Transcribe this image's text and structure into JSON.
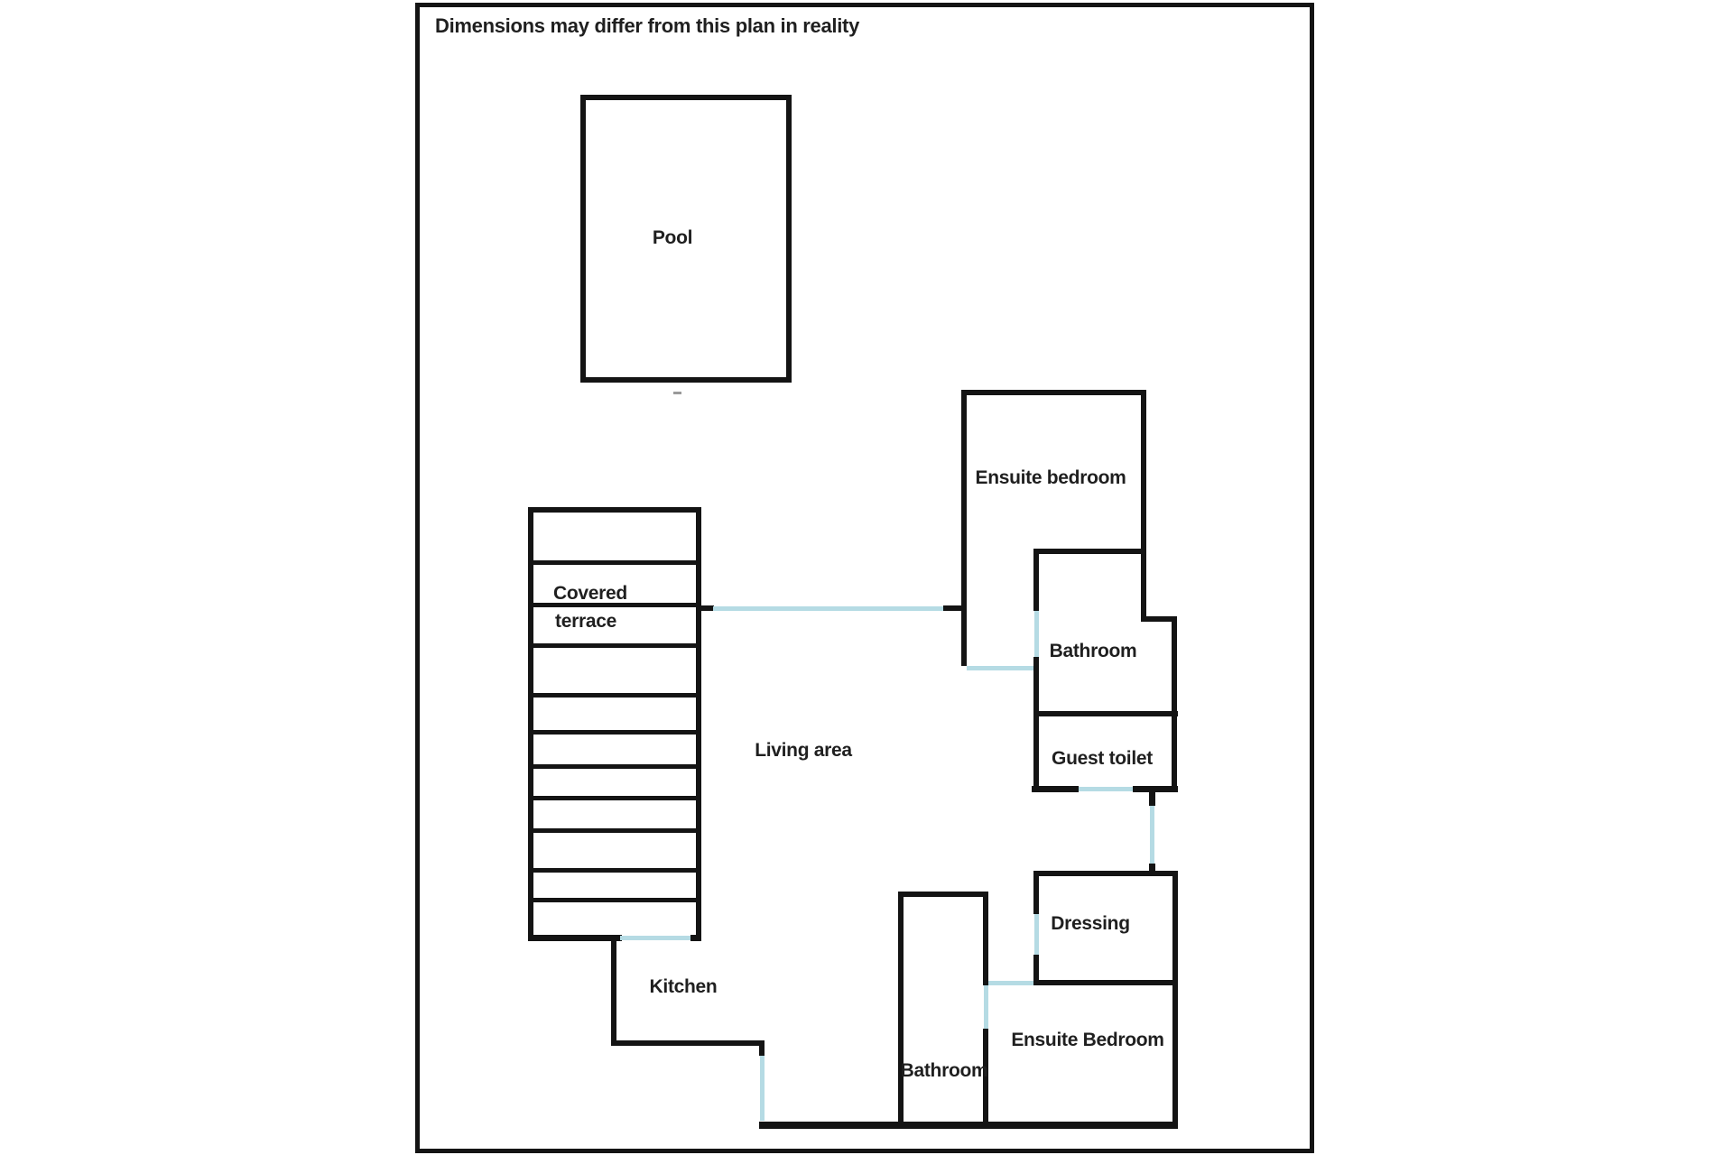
{
  "disclaimer": "Dimensions may differ from this plan in reality",
  "colors": {
    "wall": "#141414",
    "door_opening": "#b5dbe4",
    "text": "#1f1f1f",
    "background": "#ffffff"
  },
  "labels": {
    "pool": "Pool",
    "covered_terrace": {
      "line1": "Covered",
      "line2": "terrace"
    },
    "living_area": "Living area",
    "ensuite_bedroom_top": "Ensuite bedroom",
    "bathroom_top": "Bathroom",
    "guest_toilet": "Guest toilet",
    "dressing": "Dressing",
    "kitchen": "Kitchen",
    "bathroom_bottom": "Bathroom",
    "ensuite_bedroom_bottom": "Ensuite Bedroom"
  }
}
